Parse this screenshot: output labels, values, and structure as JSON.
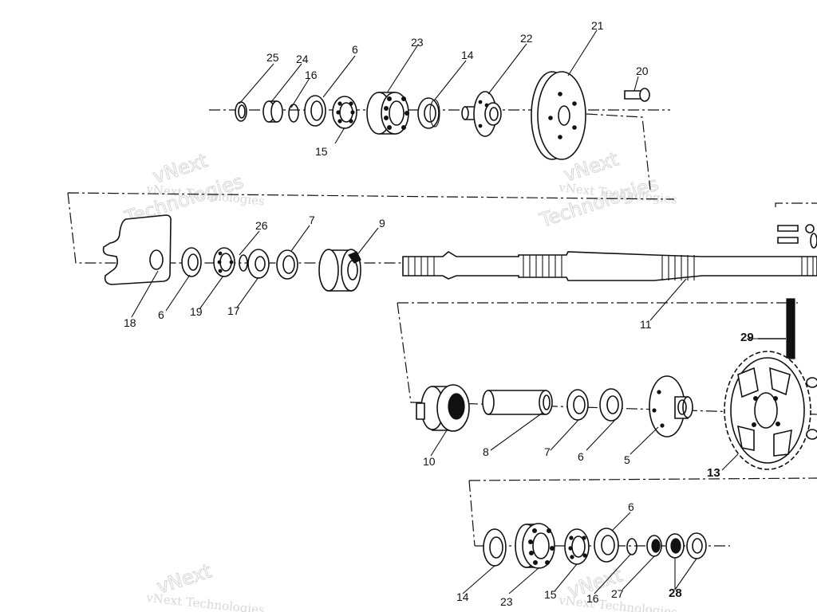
{
  "labels": {
    "p25": "25",
    "p24": "24",
    "p16a": "16",
    "p6a": "6",
    "p23a": "23",
    "p14a": "14",
    "p22": "22",
    "p21": "21",
    "p20": "20",
    "p15a": "15",
    "p26": "26",
    "p7a": "7",
    "p9": "9",
    "p18": "18",
    "p6b": "6",
    "p19": "19",
    "p17": "17",
    "p11": "11",
    "p29": "29",
    "p10": "10",
    "p8": "8",
    "p7b": "7",
    "p6c": "6",
    "p5": "5",
    "p13": "13",
    "p6d": "6",
    "p14b": "14",
    "p23b": "23",
    "p15b": "15",
    "p16b": "16",
    "p27": "27",
    "p28": "28"
  },
  "watermarks": {
    "brand": "vNext Technologies",
    "outline_a": "vNext",
    "outline_b": "Technologies"
  }
}
